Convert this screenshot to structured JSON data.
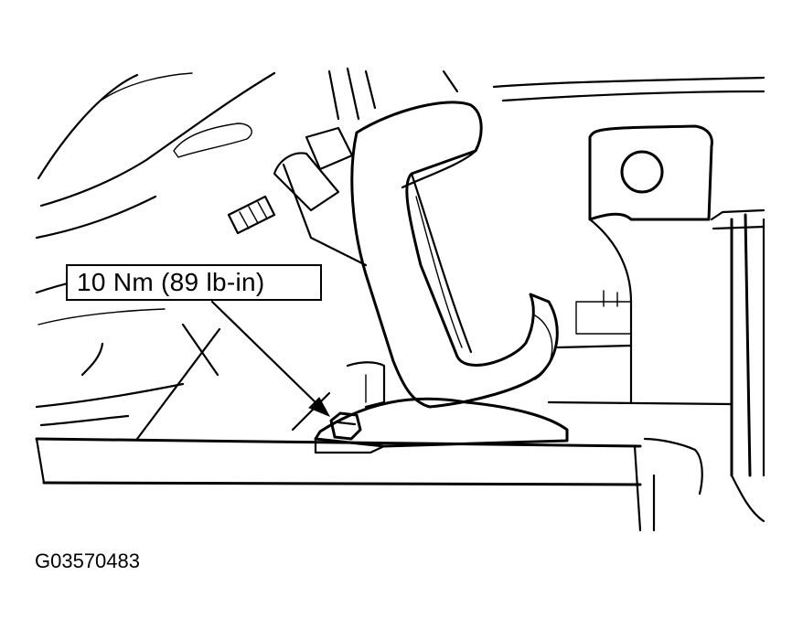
{
  "diagram": {
    "callouts": [
      {
        "text": "10 Nm (89 lb-in)",
        "target": "bracket-nut"
      }
    ],
    "figure_id": "G03570483"
  }
}
